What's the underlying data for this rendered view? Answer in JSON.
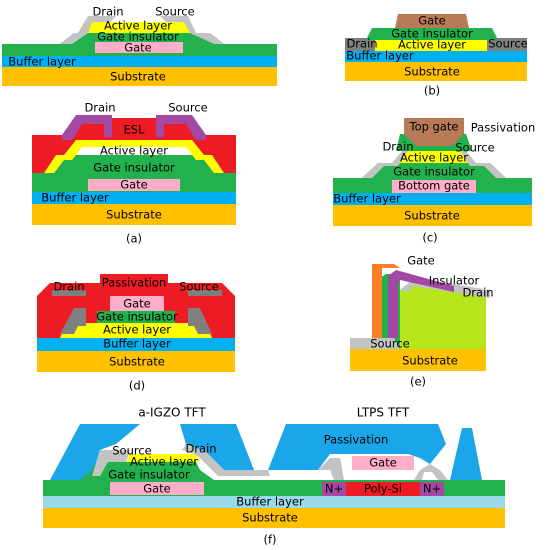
{
  "colors": {
    "substrate": "#ffc000",
    "buffer": "#00b0f0",
    "gate_insulator": "#22b14c",
    "gate": "#ffaec9",
    "active": "#ffff00",
    "electrode": "#c3c3c3",
    "esl": "#ed1c24",
    "sd_purple": "#a349a4",
    "passivation_blue": "#1aa6e8",
    "top_gate": "#b97a57",
    "gray_dark": "#7f7f7f",
    "lime": "#b5e61d",
    "orange": "#ff7f27",
    "light_blue": "#99d9ea"
  },
  "diagrams": {
    "a": {
      "caption": "(a)",
      "drain": "Drain",
      "source": "Source",
      "esl": "ESL",
      "active": "Active layer",
      "gi": "Gate insulator",
      "gate": "Gate",
      "buffer": "Buffer layer",
      "substrate": "Substrate"
    },
    "a_top": {
      "drain": "Drain",
      "source": "Source",
      "active": "Active layer",
      "gi": "Gate insulator",
      "gate": "Gate",
      "buffer": "Buffer layer",
      "substrate": "Substrate"
    },
    "b": {
      "caption": "(b)",
      "gate": "Gate",
      "gi": "Gate insulator",
      "drain": "Drain",
      "active": "Active layer",
      "source": "Source",
      "buffer": "Buffer layer",
      "substrate": "Substrate"
    },
    "c": {
      "caption": "(c)",
      "top_gate": "Top gate",
      "passivation": "Passivation",
      "drain": "Drain",
      "source": "Source",
      "active": "Active layer",
      "gi": "Gate insulator",
      "bottom_gate": "Bottom gate",
      "buffer": "Buffer layer",
      "substrate": "Substrate"
    },
    "d": {
      "caption": "(d)",
      "drain": "Drain",
      "passivation": "Passivation",
      "source": "Source",
      "gate": "Gate",
      "gi": "Gate insulator",
      "active": "Active layer",
      "buffer": "Buffer layer",
      "substrate": "Substrate"
    },
    "e": {
      "caption": "(e)",
      "gate": "Gate",
      "insulator": "Insulator",
      "drain": "Drain",
      "source": "Source",
      "substrate": "Substrate"
    },
    "f": {
      "caption": "(f)",
      "title_left": "a-IGZO TFT",
      "title_right": "LTPS TFT",
      "passivation": "Passivation",
      "source": "Source",
      "drain": "Drain",
      "active": "Active layer",
      "gi": "Gate insulator",
      "gate_left": "Gate",
      "gate_right": "Gate",
      "n_left": "N+",
      "poly": "Poly-Si",
      "n_right": "N+",
      "buffer": "Buffer layer",
      "substrate": "Substrate"
    }
  }
}
